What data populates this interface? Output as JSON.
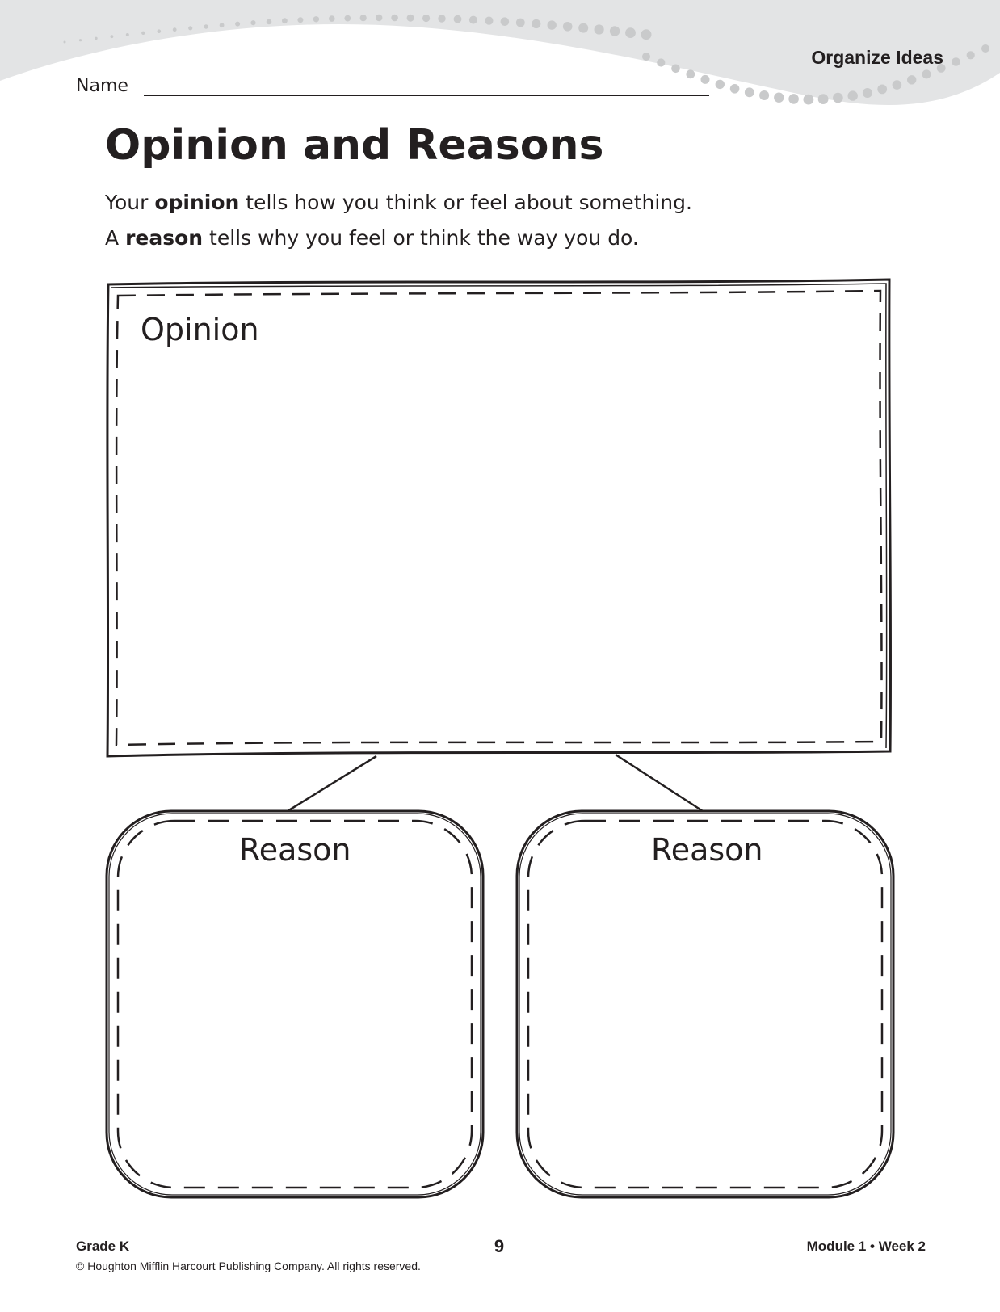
{
  "header": {
    "section_label": "Organize Ideas",
    "name_label": "Name"
  },
  "title": "Opinion and Reasons",
  "intro": {
    "line1_prefix": "Your ",
    "line1_bold": "opinion",
    "line1_suffix": " tells how you think or feel about something.",
    "line2_prefix": "A ",
    "line2_bold": "reason",
    "line2_suffix": " tells why you feel or think the way you do."
  },
  "organizer": {
    "opinion_label": "Opinion",
    "reason_1_label": "Reason",
    "reason_2_label": "Reason"
  },
  "footer": {
    "grade": "Grade K",
    "page_number": "9",
    "module": "Module 1 • Week 2",
    "copyright": "© Houghton Mifflin Harcourt Publishing Company. All rights reserved."
  },
  "colors": {
    "ink": "#231f20",
    "header_band": "#e3e4e5",
    "dots": "#c9cacb"
  }
}
